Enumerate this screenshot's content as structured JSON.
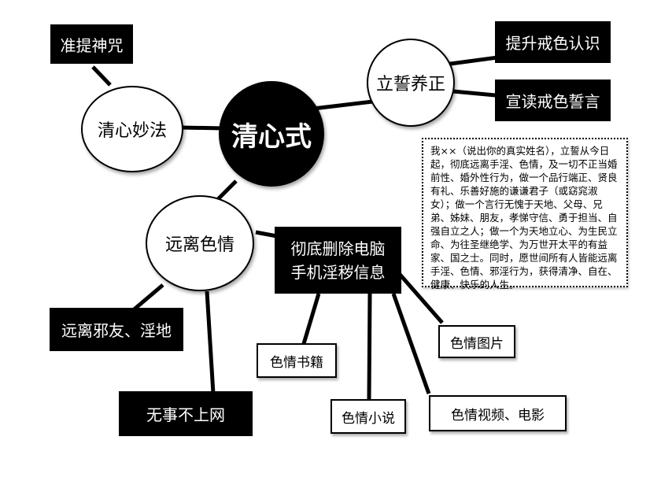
{
  "center": "清心式",
  "branches": {
    "vow": "立誓养正",
    "method": "清心妙法",
    "avoid": "远离色情"
  },
  "leaves": {
    "mantra": "准提神咒",
    "knowledge": "提升戒色认识",
    "oath": "宣读戒色誓言",
    "delete": [
      "彻底删除电脑",
      "手机淫秽信息"
    ],
    "friends": "远离邪友、淫地",
    "offline": "无事不上网",
    "books": "色情书籍",
    "novels": "色情小说",
    "pictures": "色情图片",
    "videos": "色情视频、电影"
  },
  "oath_text": "我××（说出你的真实姓名），立誓从今日起，彻底远离手淫、色情，及一切不正当婚前性、婚外性行为，做一个品行端正、贤良有礼、乐善好施的谦谦君子（或窈窕淑女）；做一个言行无愧于天地、父母、兄弟、姊妹、朋友，孝悌守信、勇于担当、自强自立之人；做一个为天地立心、为生民立命、为往圣继绝学、为万世开太平的有益家、国之士。同时，愿世间所有人皆能远离手淫、色情、邪淫行为，获得清净、自在、健康、快乐的人生。"
}
